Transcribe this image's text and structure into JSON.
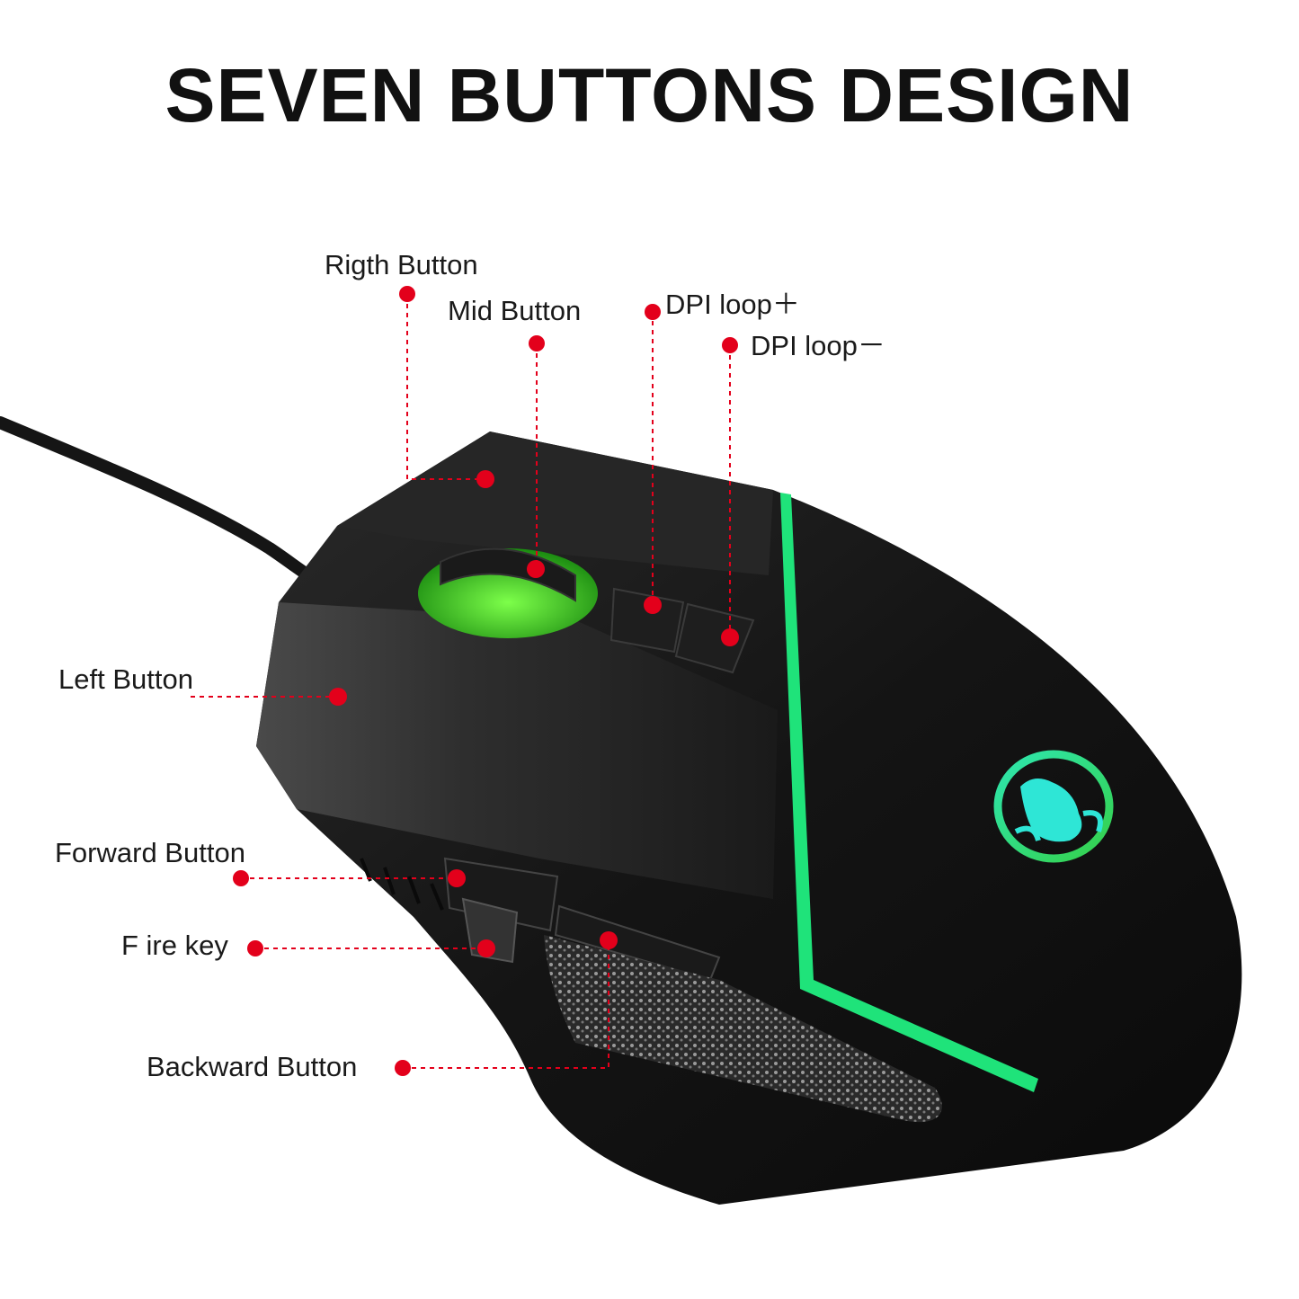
{
  "title": "SEVEN BUTTONS DESIGN",
  "accent_colors": {
    "callout_red": "#e3001b",
    "rgb_green": "#1fe37a",
    "logo_cyan": "#2ee6d6",
    "mouse_body": "#1c1c1c"
  },
  "callouts": [
    {
      "id": "right",
      "label": "Rigth Button"
    },
    {
      "id": "mid",
      "label": "Mid Button"
    },
    {
      "id": "dpi_plus",
      "label": "DPI loop＋"
    },
    {
      "id": "dpi_minus",
      "label": "DPI loop－"
    },
    {
      "id": "left",
      "label": "Left Button"
    },
    {
      "id": "forward",
      "label": "Forward Button"
    },
    {
      "id": "fire",
      "label": "F ire key"
    },
    {
      "id": "backward",
      "label": "Backward Button"
    }
  ],
  "product": {
    "name": "gaming-mouse",
    "logo_icon": "scorpion-logo-icon"
  }
}
